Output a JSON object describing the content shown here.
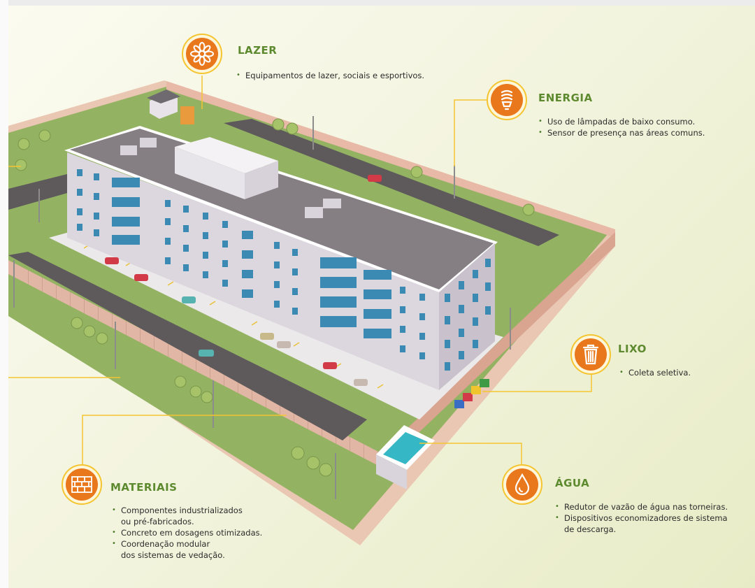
{
  "colors": {
    "accent_orange": "#e8781b",
    "title_green": "#5d8a2e",
    "leader_yellow": "#f4c531",
    "grass": "#8fb05c",
    "road": "#5e5a5c",
    "building_wall": "#d9d4dc",
    "roof": "#857f83",
    "window": "#3a8ab4"
  },
  "sections": {
    "lazer": {
      "icon": "flower-icon",
      "title": "LAZER",
      "items": [
        "Equipamentos de lazer, sociais e esportivos."
      ]
    },
    "energia": {
      "icon": "light-bulb-icon",
      "title": "ENERGIA",
      "items": [
        "Uso de lâmpadas de baixo consumo.",
        "Sensor de presença nas áreas comuns."
      ]
    },
    "lixo": {
      "icon": "trash-bin-icon",
      "title": "LIXO",
      "items": [
        "Coleta seletiva."
      ]
    },
    "agua": {
      "icon": "water-drop-icon",
      "title": "ÁGUA",
      "items": [
        [
          "Redutor de vazão de água nas torneiras."
        ],
        [
          "Dispositivos economizadores de sistema",
          "de descarga."
        ]
      ]
    },
    "materiais": {
      "icon": "brick-wall-icon",
      "title": "MATERIAIS",
      "items": [
        [
          "Componentes industrializados",
          "ou pré-fabricados."
        ],
        [
          "Concreto em dosagens otimizadas."
        ],
        [
          "Coordenação modular",
          "dos sistemas de vedação."
        ]
      ]
    }
  }
}
